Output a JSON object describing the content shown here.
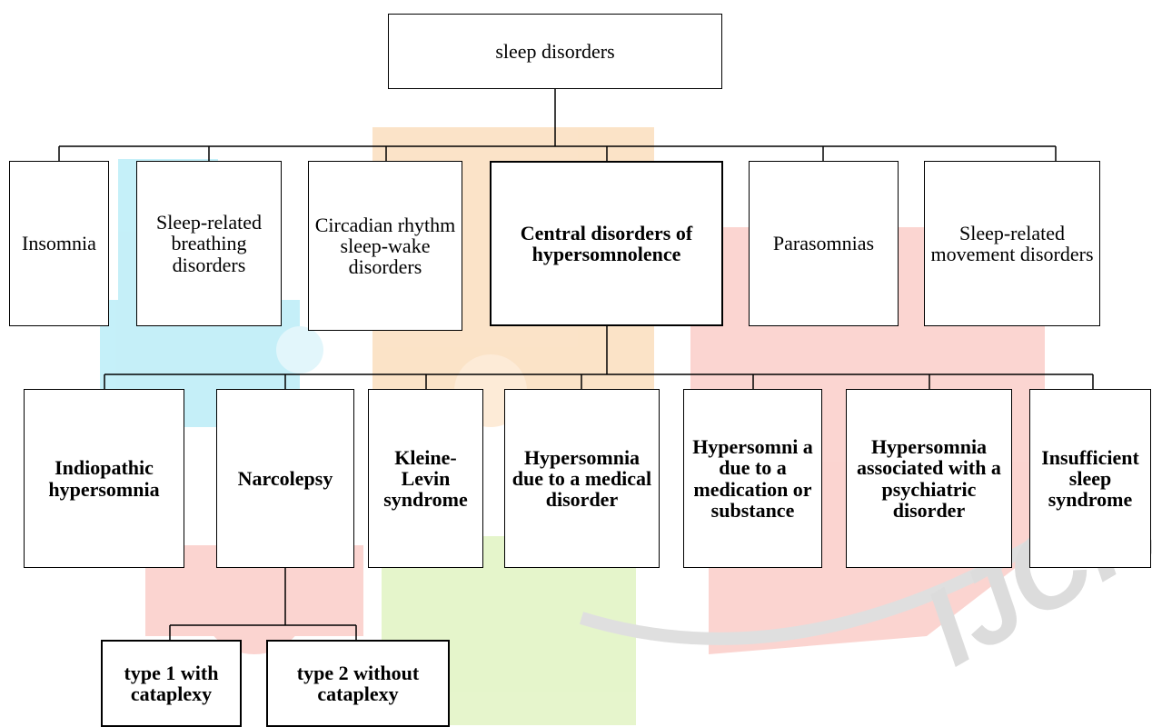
{
  "root": {
    "label": "sleep disorders"
  },
  "categories": [
    {
      "label": "Insomnia"
    },
    {
      "label": "Sleep-related breathing disorders"
    },
    {
      "label": "Circadian rhythm sleep-wake disorders"
    },
    {
      "label": "Central disorders of hypersomnolence"
    },
    {
      "label": "Parasomnias"
    },
    {
      "label": "Sleep-related movement disorders"
    }
  ],
  "hypersomnolence_subtypes": [
    {
      "label": "Indiopathic hypersomnia"
    },
    {
      "label": "Narcolepsy"
    },
    {
      "label": "Kleine-Levin syndrome"
    },
    {
      "label": "Hypersomnia due to a medical disorder"
    },
    {
      "label": "Hypersomni a due to a medication or substance"
    },
    {
      "label": "Hypersomnia associated with a psychiatric disorder"
    },
    {
      "label": "Insufficient sleep syndrome"
    }
  ],
  "narcolepsy_types": [
    {
      "label": "type 1 with cataplexy"
    },
    {
      "label": "type 2 without cataplexy"
    }
  ],
  "watermark": {
    "text": "IJCR"
  },
  "colors": {
    "line": "#000000",
    "box_border": "#000000",
    "watermark_cyan": "#bfeef8",
    "watermark_orange": "#fbe0c2",
    "watermark_green": "#e3f4c6",
    "watermark_red": "#fbd0cc",
    "watermark_gray": "#dcdcdc"
  }
}
